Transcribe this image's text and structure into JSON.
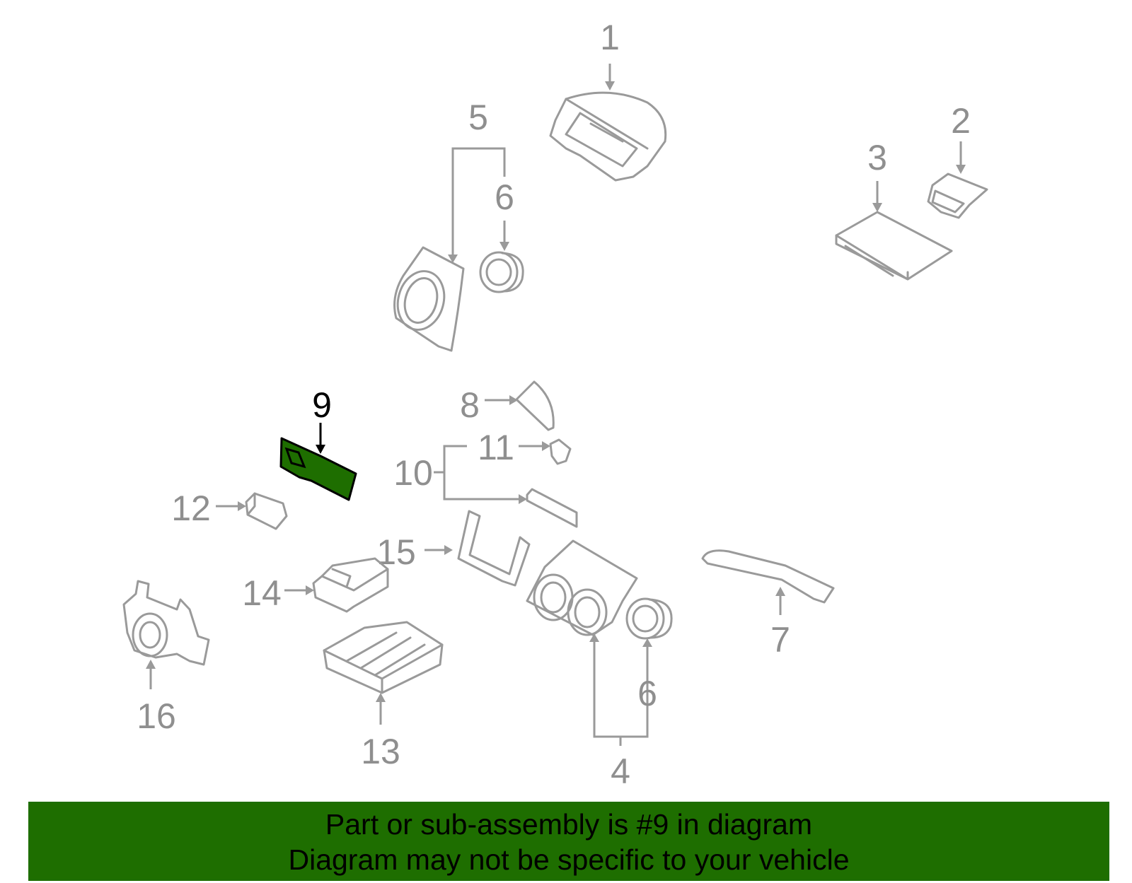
{
  "highlight_color": "#1e6e00",
  "part_stroke_color": "#9a9a9a",
  "callouts": {
    "c1": "1",
    "c2": "2",
    "c3": "3",
    "c4": "4",
    "c5": "5",
    "c6a": "6",
    "c6b": "6",
    "c7": "7",
    "c8": "8",
    "c9": "9",
    "c10": "10",
    "c11": "11",
    "c12": "12",
    "c13": "13",
    "c14": "14",
    "c15": "15",
    "c16": "16"
  },
  "highlighted_part": "9",
  "banner": {
    "line1": "Part or sub-assembly is #9 in diagram",
    "line2": "Diagram may not be specific to your vehicle"
  }
}
